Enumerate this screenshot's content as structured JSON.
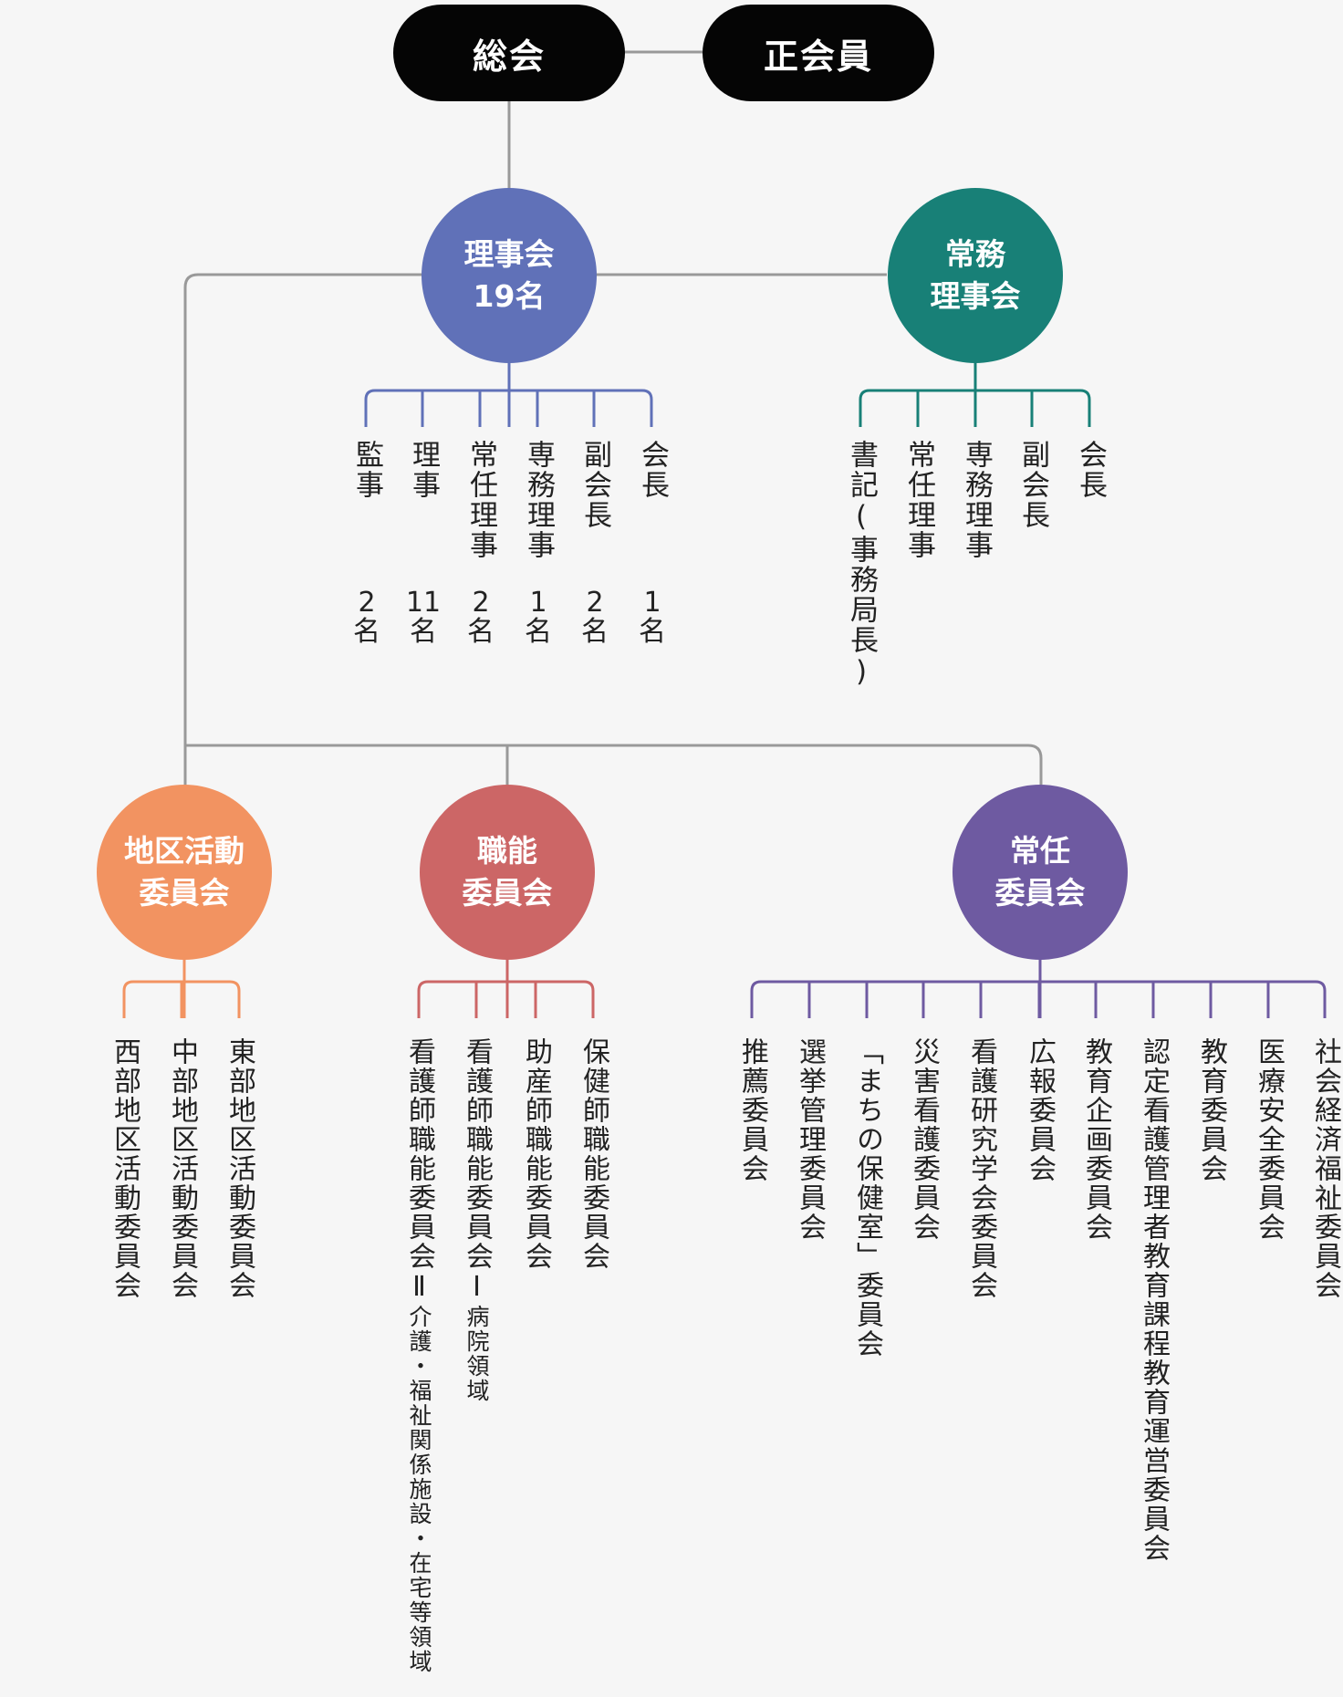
{
  "colors": {
    "line": "#999999",
    "black": "#050505",
    "rijikai": "#6071b8",
    "jomu": "#188077",
    "chiku": "#f29361",
    "shokuno": "#cc6666",
    "joni": "#6e5aa1"
  },
  "top": {
    "sokai": "総会",
    "seikaiin": "正会員"
  },
  "rijikai": {
    "line1": "理事会",
    "line2": "19名",
    "roles": [
      {
        "title": "監事",
        "count": "2",
        "unit": "名"
      },
      {
        "title": "理事",
        "count": "11",
        "unit": "名"
      },
      {
        "title": "常任理事",
        "count": "2",
        "unit": "名"
      },
      {
        "title": "専務理事",
        "count": "1",
        "unit": "名"
      },
      {
        "title": "副会長",
        "count": "2",
        "unit": "名"
      },
      {
        "title": "会長",
        "count": "1",
        "unit": "名"
      }
    ]
  },
  "jomu": {
    "line1": "常務",
    "line2": "理事会",
    "roles": [
      "書記(事務局長)",
      "常任理事",
      "専務理事",
      "副会長",
      "会長"
    ]
  },
  "chiku": {
    "line1": "地区活動",
    "line2": "委員会",
    "items": [
      "西部地区活動委員会",
      "中部地区活動委員会",
      "東部地区活動委員会"
    ]
  },
  "shokuno": {
    "line1": "職能",
    "line2": "委員会",
    "items": [
      {
        "main": "看護師職能委員会Ⅱ",
        "sub": "介護・福祉関係施設・在宅等領域"
      },
      {
        "main": "看護師職能委員会Ⅰ",
        "sub": "病院領域"
      },
      {
        "main": "助産師職能委員会",
        "sub": ""
      },
      {
        "main": "保健師職能委員会",
        "sub": ""
      }
    ]
  },
  "joni": {
    "line1": "常任",
    "line2": "委員会",
    "items": [
      "推薦委員会",
      "選挙管理委員会",
      "「まちの保健室」委員会",
      "災害看護委員会",
      "看護研究学会委員会",
      "広報委員会",
      "教育企画委員会",
      "認定看護管理者教育課程教育運営委員会",
      "教育委員会",
      "医療安全委員会",
      "社会経済福祉委員会"
    ]
  }
}
